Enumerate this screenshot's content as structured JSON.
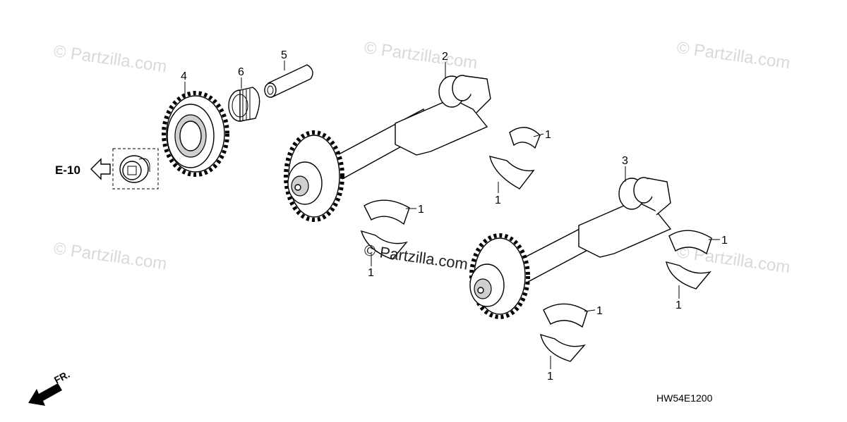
{
  "watermarks": {
    "top_left": "© Partzilla.com",
    "top_center": "© Partzilla.com",
    "top_right": "© Partzilla.com",
    "mid_left": "© Partzilla.com",
    "mid_right": "© Partzilla.com",
    "center": "© Partzilla.com"
  },
  "reference_label": "E-10",
  "front_label": "FR.",
  "diagram_code": "HW54E1200",
  "callouts": {
    "gear": "4",
    "bearing": "6",
    "pin": "5",
    "shaft_upper": "2",
    "shaft_lower": "3",
    "bearing_a_top": "1",
    "bearing_a_bottom": "1",
    "bearing_b_top": "1",
    "bearing_b_bottom": "1",
    "bearing_c_top": "1",
    "bearing_c_bottom": "1",
    "bearing_d_top": "1",
    "bearing_d_bottom": "1"
  }
}
